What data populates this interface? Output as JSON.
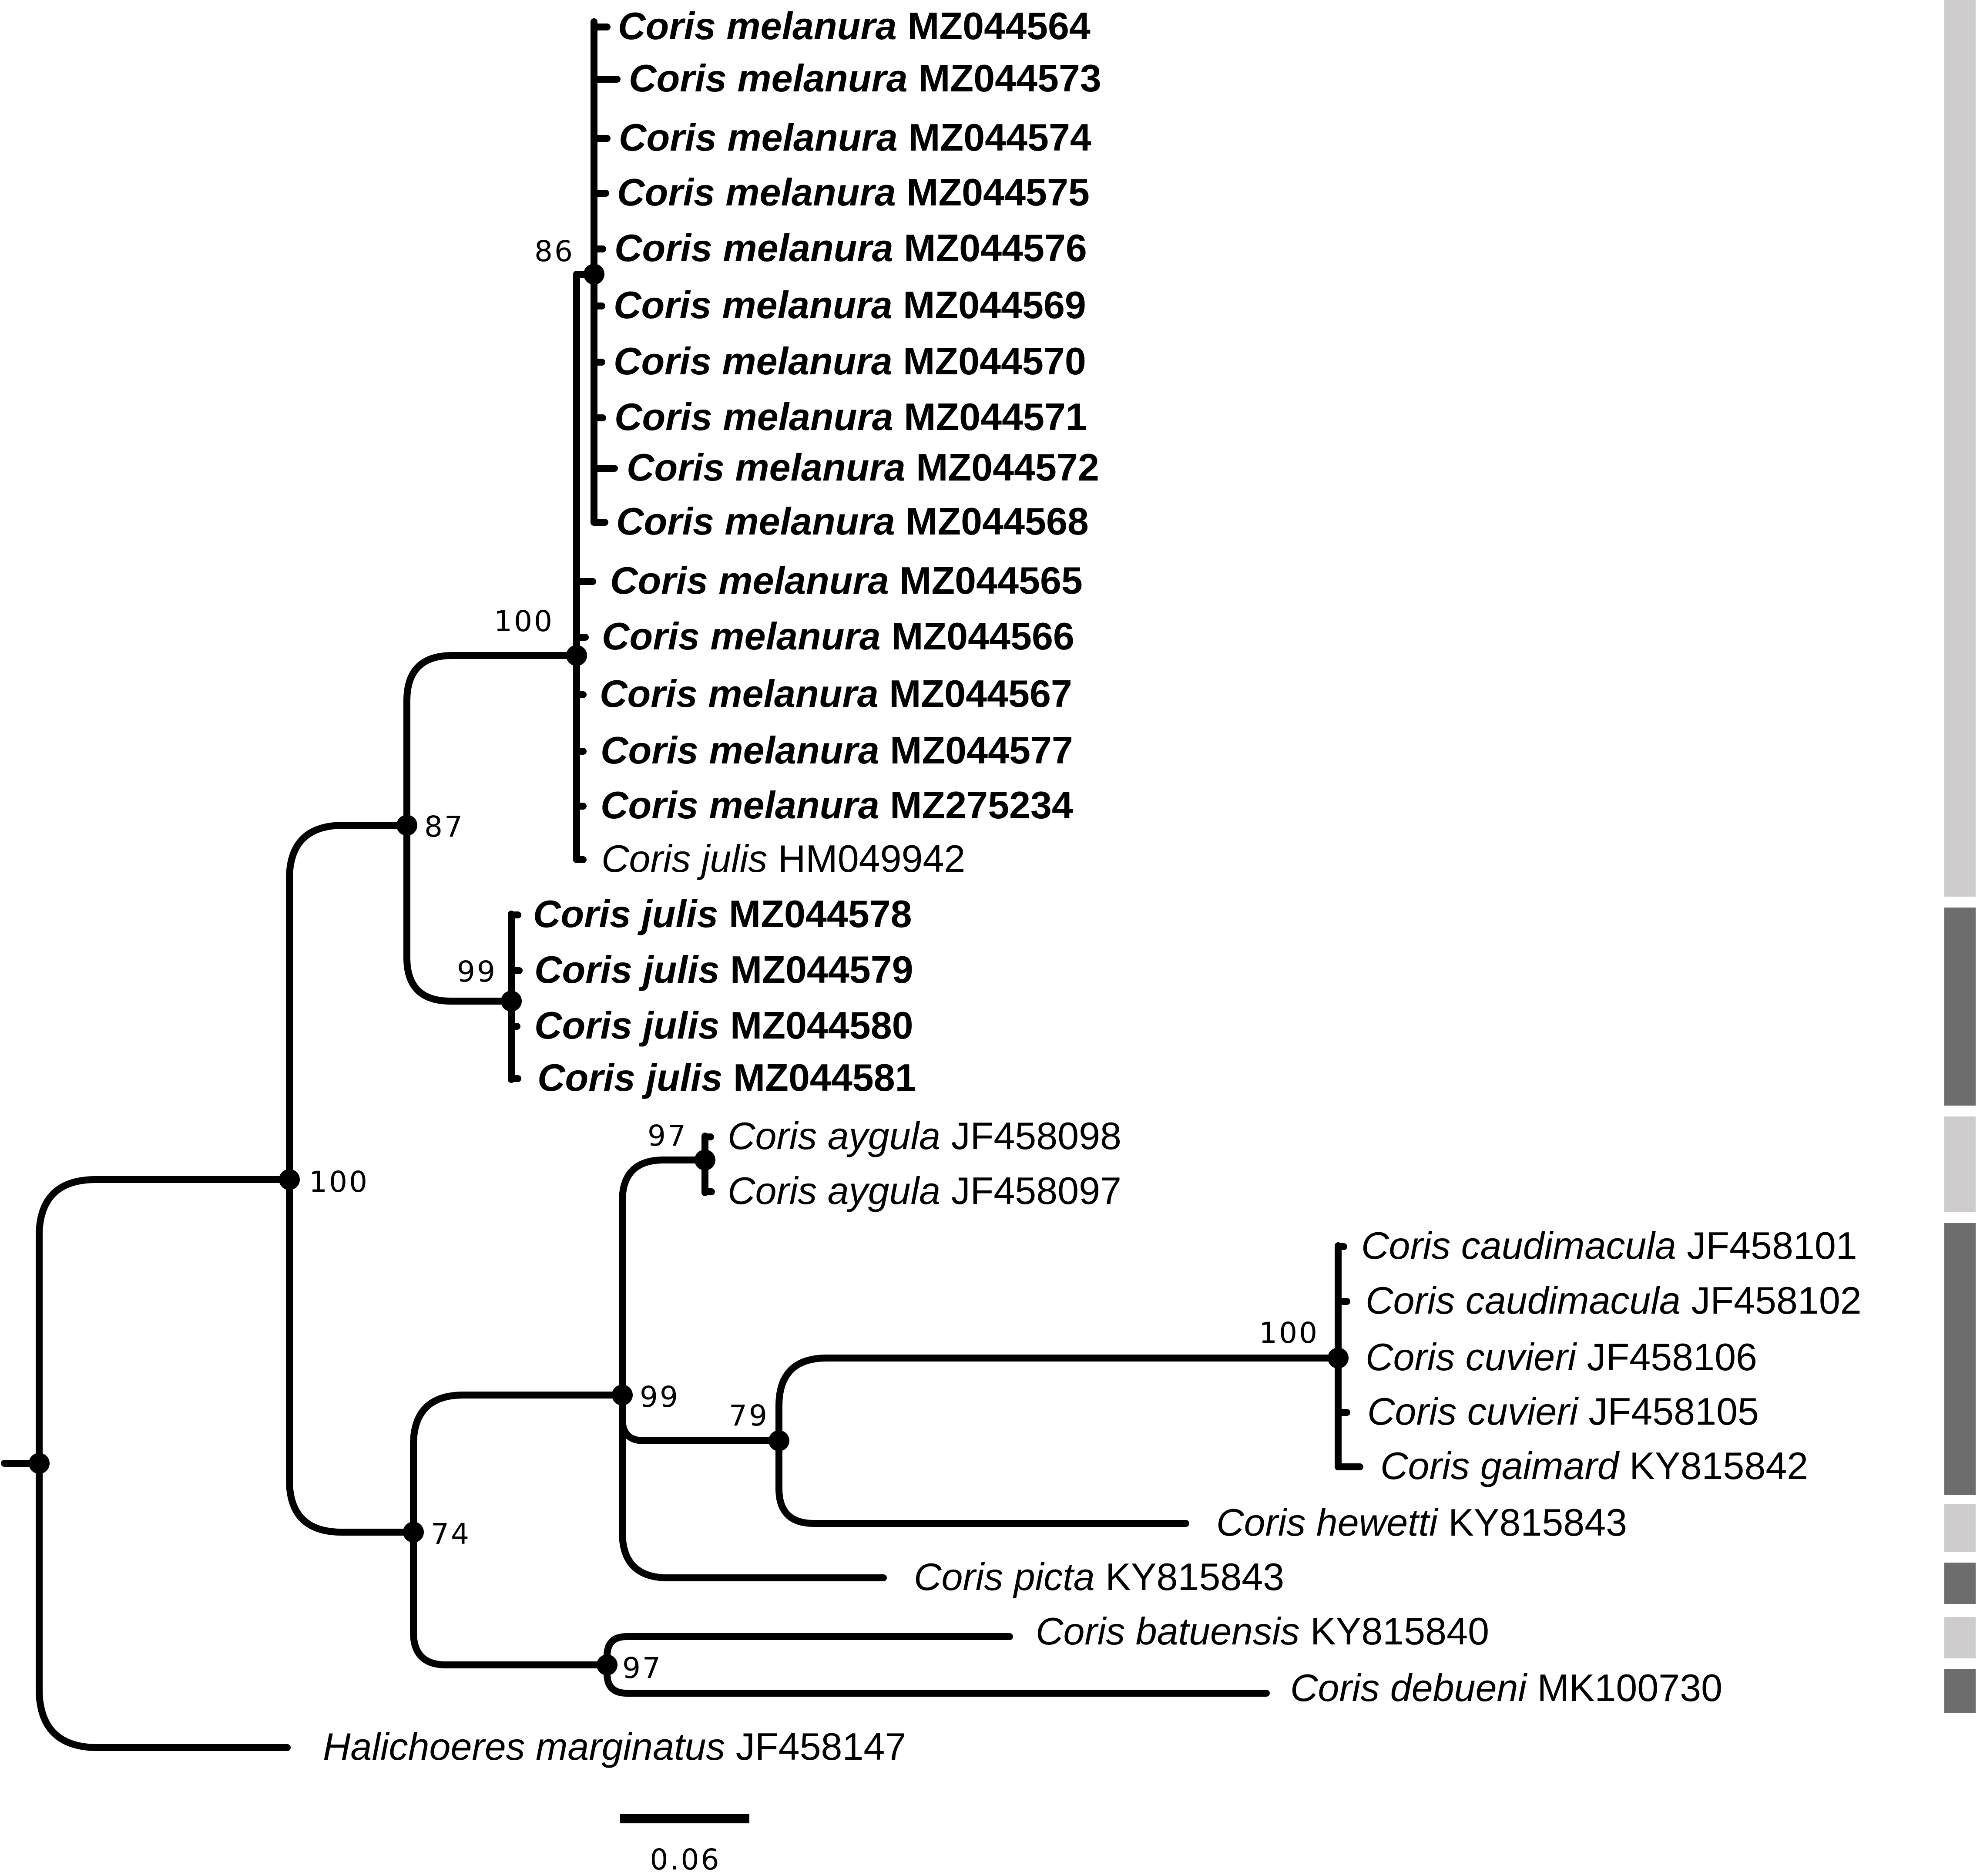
{
  "taxa": [
    {
      "species": "Coris melanura",
      "accession": "MZ044564",
      "bold": true
    },
    {
      "species": "Coris melanura",
      "accession": "MZ044573",
      "bold": true
    },
    {
      "species": "Coris melanura",
      "accession": "MZ044574",
      "bold": true
    },
    {
      "species": "Coris melanura",
      "accession": "MZ044575",
      "bold": true
    },
    {
      "species": "Coris melanura",
      "accession": "MZ044576",
      "bold": true
    },
    {
      "species": "Coris melanura",
      "accession": "MZ044569",
      "bold": true
    },
    {
      "species": "Coris melanura",
      "accession": "MZ044570",
      "bold": true
    },
    {
      "species": "Coris melanura",
      "accession": "MZ044571",
      "bold": true
    },
    {
      "species": "Coris melanura",
      "accession": "MZ044572",
      "bold": true
    },
    {
      "species": "Coris melanura",
      "accession": "MZ044568",
      "bold": true
    },
    {
      "species": "Coris melanura",
      "accession": "MZ044565",
      "bold": true
    },
    {
      "species": "Coris melanura",
      "accession": "MZ044566",
      "bold": true
    },
    {
      "species": "Coris melanura",
      "accession": "MZ044567",
      "bold": true
    },
    {
      "species": "Coris melanura",
      "accession": "MZ044577",
      "bold": true
    },
    {
      "species": "Coris melanura",
      "accession": "MZ275234",
      "bold": true
    },
    {
      "species": "Coris julis",
      "accession": "HM049942",
      "bold": false
    },
    {
      "species": "Coris julis",
      "accession": "MZ044578",
      "bold": true
    },
    {
      "species": "Coris julis",
      "accession": "MZ044579",
      "bold": true
    },
    {
      "species": "Coris julis",
      "accession": "MZ044580",
      "bold": true
    },
    {
      "species": "Coris julis",
      "accession": "MZ044581",
      "bold": true
    },
    {
      "species": "Coris aygula",
      "accession": "JF458098",
      "bold": false
    },
    {
      "species": "Coris aygula",
      "accession": "JF458097",
      "bold": false
    },
    {
      "species": "Coris caudimacula",
      "accession": "JF458101",
      "bold": false
    },
    {
      "species": "Coris caudimacula",
      "accession": "JF458102",
      "bold": false
    },
    {
      "species": "Coris cuvieri",
      "accession": "JF458106",
      "bold": false
    },
    {
      "species": "Coris cuvieri",
      "accession": "JF458105",
      "bold": false
    },
    {
      "species": "Coris gaimard",
      "accession": "KY815842",
      "bold": false
    },
    {
      "species": "Coris hewetti",
      "accession": "KY815843",
      "bold": false
    },
    {
      "species": "Coris picta",
      "accession": "KY815843",
      "bold": false
    },
    {
      "species": "Coris batuensis",
      "accession": "KY815840",
      "bold": false
    },
    {
      "species": "Coris debueni",
      "accession": "MK100730",
      "bold": false
    },
    {
      "species": "Halichoeres marginatus",
      "accession": "JF458147",
      "bold": false
    }
  ],
  "support_values": [
    "86",
    "100",
    "87",
    "99",
    "100",
    "97",
    "100",
    "99",
    "79",
    "74",
    "97"
  ],
  "scale_bar": {
    "label": "0.06",
    "value": 0.06
  },
  "clade_bars": {
    "colors": {
      "light": "#cfcccd",
      "dark": "#6e6d6e"
    },
    "shades": [
      "light",
      "dark",
      "light",
      "dark",
      "light",
      "dark",
      "light",
      "dark"
    ]
  },
  "colors": {
    "branch": "#000000",
    "text": "#000000"
  }
}
